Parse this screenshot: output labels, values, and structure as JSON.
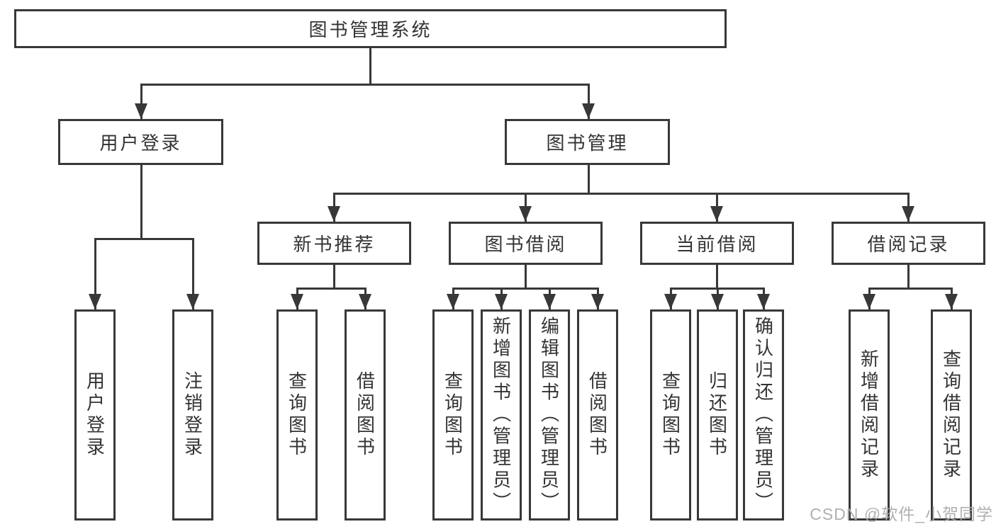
{
  "colors": {
    "line": "#383838",
    "text": "#333333",
    "box_bg": "#ffffff",
    "watermark": "#acacac"
  },
  "tree": {
    "root": "图书管理系统",
    "children": [
      {
        "label": "用户登录",
        "children": [
          "用户登录",
          "注销登录"
        ]
      },
      {
        "label": "图书管理",
        "children": [
          {
            "label": "新书推荐",
            "children": [
              "查询图书",
              "借阅图书"
            ]
          },
          {
            "label": "图书借阅",
            "children": [
              "查询图书",
              "新增图书（管理员）",
              "编辑图书（管理员）",
              "借阅图书"
            ]
          },
          {
            "label": "当前借阅",
            "children": [
              "查询图书",
              "归还图书",
              "确认归还（管理员）"
            ]
          },
          {
            "label": "借阅记录",
            "children": [
              "新增借阅记录",
              "查询借阅记录"
            ]
          }
        ]
      }
    ]
  },
  "watermark": {
    "text": "CSDN @软件_小贺同学"
  }
}
